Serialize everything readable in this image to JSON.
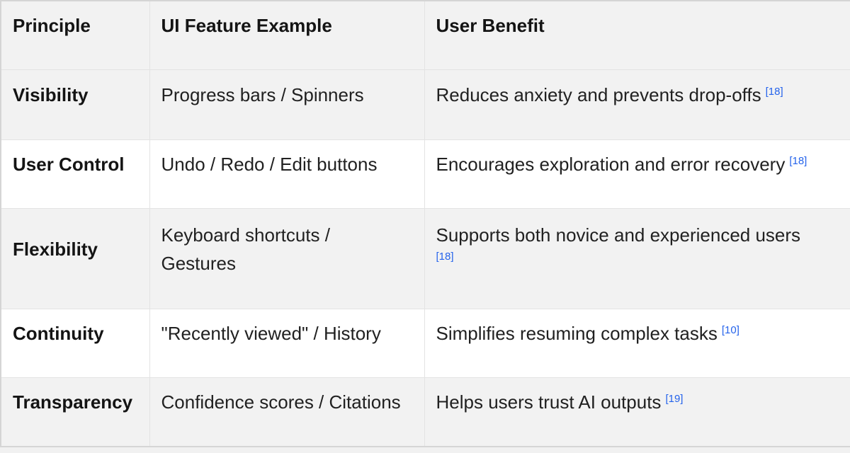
{
  "colors": {
    "zebra_gray": "#f2f2f2",
    "row_white": "#ffffff",
    "grid_border": "#e3e3e3",
    "outer_border": "#d5d5d5",
    "page_background": "#f1f1f1",
    "text_primary": "#141414",
    "text_body": "#212121",
    "citation_blue": "#2563eb"
  },
  "table": {
    "columns": [
      {
        "label": "Principle"
      },
      {
        "label": "UI Feature Example"
      },
      {
        "label": "User Benefit"
      }
    ],
    "rows": [
      {
        "principle": "Visibility",
        "feature": "Progress bars / Spinners",
        "benefit": "Reduces anxiety and prevents drop-offs",
        "citation": "[18]"
      },
      {
        "principle": "User Control",
        "feature": "Undo / Redo / Edit buttons",
        "benefit": "Encourages exploration and error recovery",
        "citation": "[18]"
      },
      {
        "principle": "Flexibility",
        "feature": "Keyboard shortcuts /\nGestures",
        "benefit": "Supports both novice and experienced users",
        "citation": "[18]"
      },
      {
        "principle": "Continuity",
        "feature": "\"Recently viewed\" / History",
        "benefit": "Simplifies resuming complex tasks",
        "citation": "[10]"
      },
      {
        "principle": "Transparency",
        "feature": "Confidence scores / Citations",
        "benefit": "Helps users trust AI outputs",
        "citation": "[19]"
      }
    ]
  }
}
